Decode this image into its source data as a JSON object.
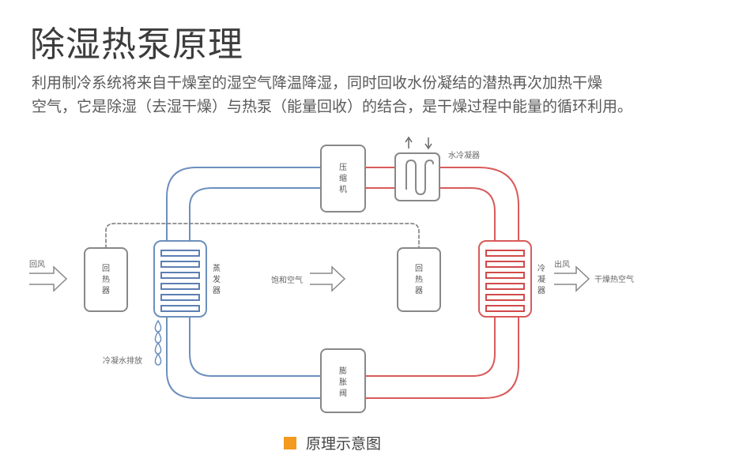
{
  "header": {
    "title": "除湿热泵原理",
    "description_line1": "利用制冷系统将来自干燥室的湿空气降温降湿，同时回收水份凝结的潜热再次加热干燥",
    "description_line2": "空气，它是除湿（去湿干燥）与热泵（能量回收）的结合，是干燥过程中能量的循环利用。"
  },
  "diagram": {
    "return_air": "回风",
    "heat_recovery_left": [
      "回",
      "热",
      "器"
    ],
    "evaporator": [
      "蒸",
      "发",
      "器"
    ],
    "saturated_air": "饱和空气",
    "heat_recovery_right": [
      "回",
      "热",
      "器"
    ],
    "condenser": [
      "冷",
      "凝",
      "器"
    ],
    "outlet_air": "出风",
    "dry_hot_air": "干燥热空气",
    "compressor": [
      "压",
      "缩",
      "机"
    ],
    "water_condenser": "水冷凝器",
    "expansion_valve": [
      "膨",
      "胀",
      "阀"
    ],
    "condensate_drain": "冷凝水排放",
    "colors": {
      "cold": "#6d8fbd",
      "hot": "#d95a5a",
      "gray": "#888888",
      "line": "#9a9a9a"
    },
    "icons": [
      "arrow-right-icon",
      "arrow-up-icon",
      "arrow-down-icon",
      "water-drop-icon"
    ]
  },
  "caption": {
    "label": "原理示意图",
    "marker_color": "#f39a1f"
  }
}
